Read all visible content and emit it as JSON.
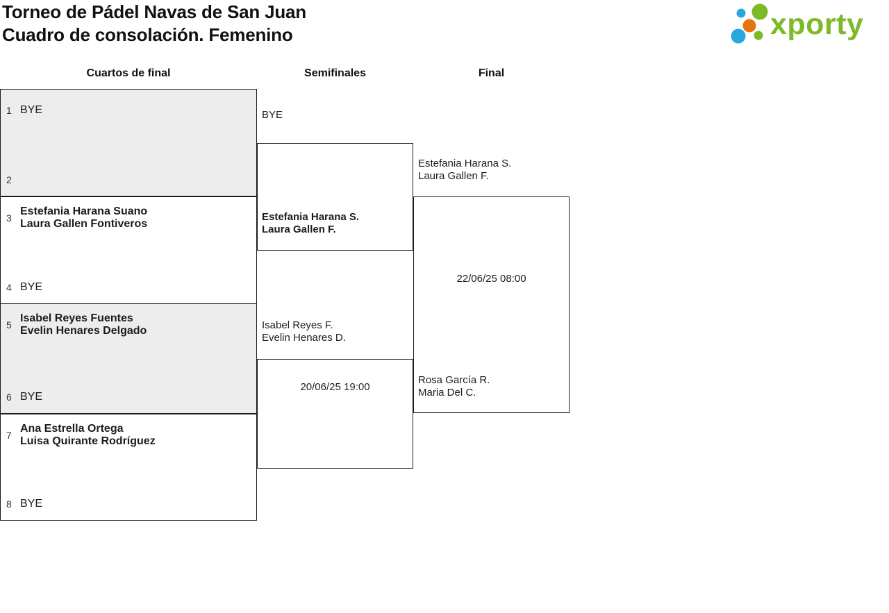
{
  "page": {
    "title_line1": "Torneo de Pádel Navas de San Juan",
    "title_line2": "Cuadro de consolación. Femenino"
  },
  "logo": {
    "text": "xporty",
    "colors": {
      "green": "#7DB929",
      "blue": "#29A8E0",
      "orange": "#E8740C"
    }
  },
  "columns": {
    "round1": "Cuartos de final",
    "round2": "Semifinales",
    "round3": "Final"
  },
  "quarterfinals": [
    {
      "top": {
        "seed": "1",
        "line1": "BYE",
        "line2": "",
        "winner": false
      },
      "bottom": {
        "seed": "2",
        "line1": "",
        "line2": "",
        "winner": false
      }
    },
    {
      "top": {
        "seed": "3",
        "line1": "Estefania Harana Suano",
        "line2": "Laura Gallen Fontiveros",
        "winner": true
      },
      "bottom": {
        "seed": "4",
        "line1": "BYE",
        "line2": "",
        "winner": false
      }
    },
    {
      "top": {
        "seed": "5",
        "line1": "Isabel Reyes Fuentes",
        "line2": "Evelin Henares Delgado",
        "winner": true
      },
      "bottom": {
        "seed": "6",
        "line1": "BYE",
        "line2": "",
        "winner": false
      }
    },
    {
      "top": {
        "seed": "7",
        "line1": "Ana Estrella Ortega",
        "line2": "Luisa Quirante Rodríguez",
        "winner": true
      },
      "bottom": {
        "seed": "8",
        "line1": "BYE",
        "line2": "",
        "winner": false
      }
    }
  ],
  "semifinals": [
    {
      "top": {
        "line1": "BYE",
        "line2": "",
        "winner": false
      },
      "bottom": {
        "line1": "Estefania Harana S.",
        "line2": "Laura Gallen F.",
        "winner": true
      },
      "date": ""
    },
    {
      "top": {
        "line1": "Isabel Reyes F.",
        "line2": "Evelin Henares D.",
        "winner": false
      },
      "bottom": {
        "line1": "",
        "line2": "",
        "winner": false
      },
      "date": "20/06/25 19:00"
    }
  ],
  "final": {
    "top": {
      "line1": "Estefania Harana S.",
      "line2": "Laura Gallen F.",
      "winner": false
    },
    "bottom": {
      "line1": "Rosa García R.",
      "line2": "Maria Del C.",
      "winner": false
    },
    "date": "22/06/25 08:00"
  }
}
